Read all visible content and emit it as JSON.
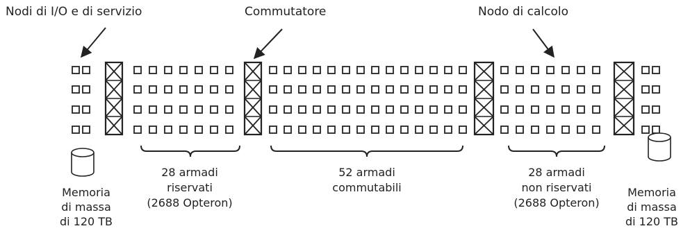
{
  "labels": {
    "io_nodes": "Nodi di I/O e di servizio",
    "switch": "Commutatore",
    "compute_node": "Nodo di calcolo"
  },
  "groups": {
    "reserved": [
      "28 armadi",
      "riservati",
      "(2688 Opteron)"
    ],
    "switchable": [
      "52 armadi",
      "commutabili"
    ],
    "unreserved": [
      "28 armadi",
      "non riservati",
      "(2688 Opteron)"
    ]
  },
  "storage": {
    "left": [
      "Memoria",
      "di massa",
      "di 120 TB"
    ],
    "right": [
      "Memoria",
      "di massa",
      "di 120 TB"
    ]
  },
  "colors": {
    "ink": "#222222",
    "background": "#ffffff"
  }
}
